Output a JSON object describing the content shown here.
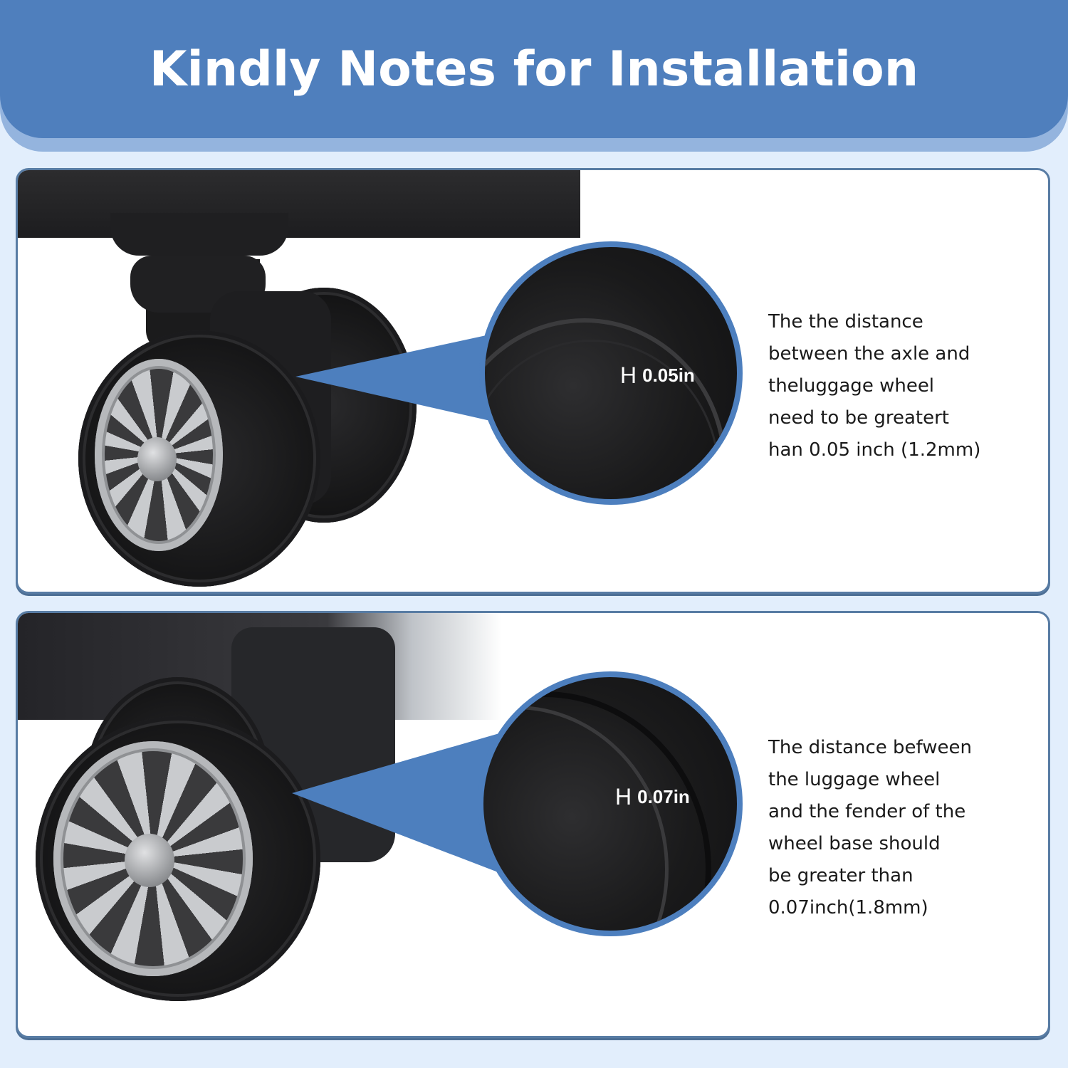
{
  "header": {
    "title": "Kindly Notes for Installation"
  },
  "colors": {
    "banner": "#4f7fbd",
    "banner_shadow": "#94b4de",
    "page_bg": "#e2eefc",
    "panel_border": "#587ca4",
    "callout": "#4d7fbe",
    "text": "#1a1a1a"
  },
  "notes": [
    {
      "measurement": "0.05in",
      "measure_icon": "H",
      "lines": [
        "The the distance",
        "between the axle and",
        "theluggage wheel",
        "need to be greatert",
        "han 0.05 inch (1.2mm)"
      ]
    },
    {
      "measurement": "0.07in",
      "measure_icon": "H",
      "lines": [
        "The distance befween",
        "the luggage wheel",
        "and the fender of the",
        "wheel base should",
        "be greater than",
        "0.07inch(1.8mm)"
      ]
    }
  ]
}
